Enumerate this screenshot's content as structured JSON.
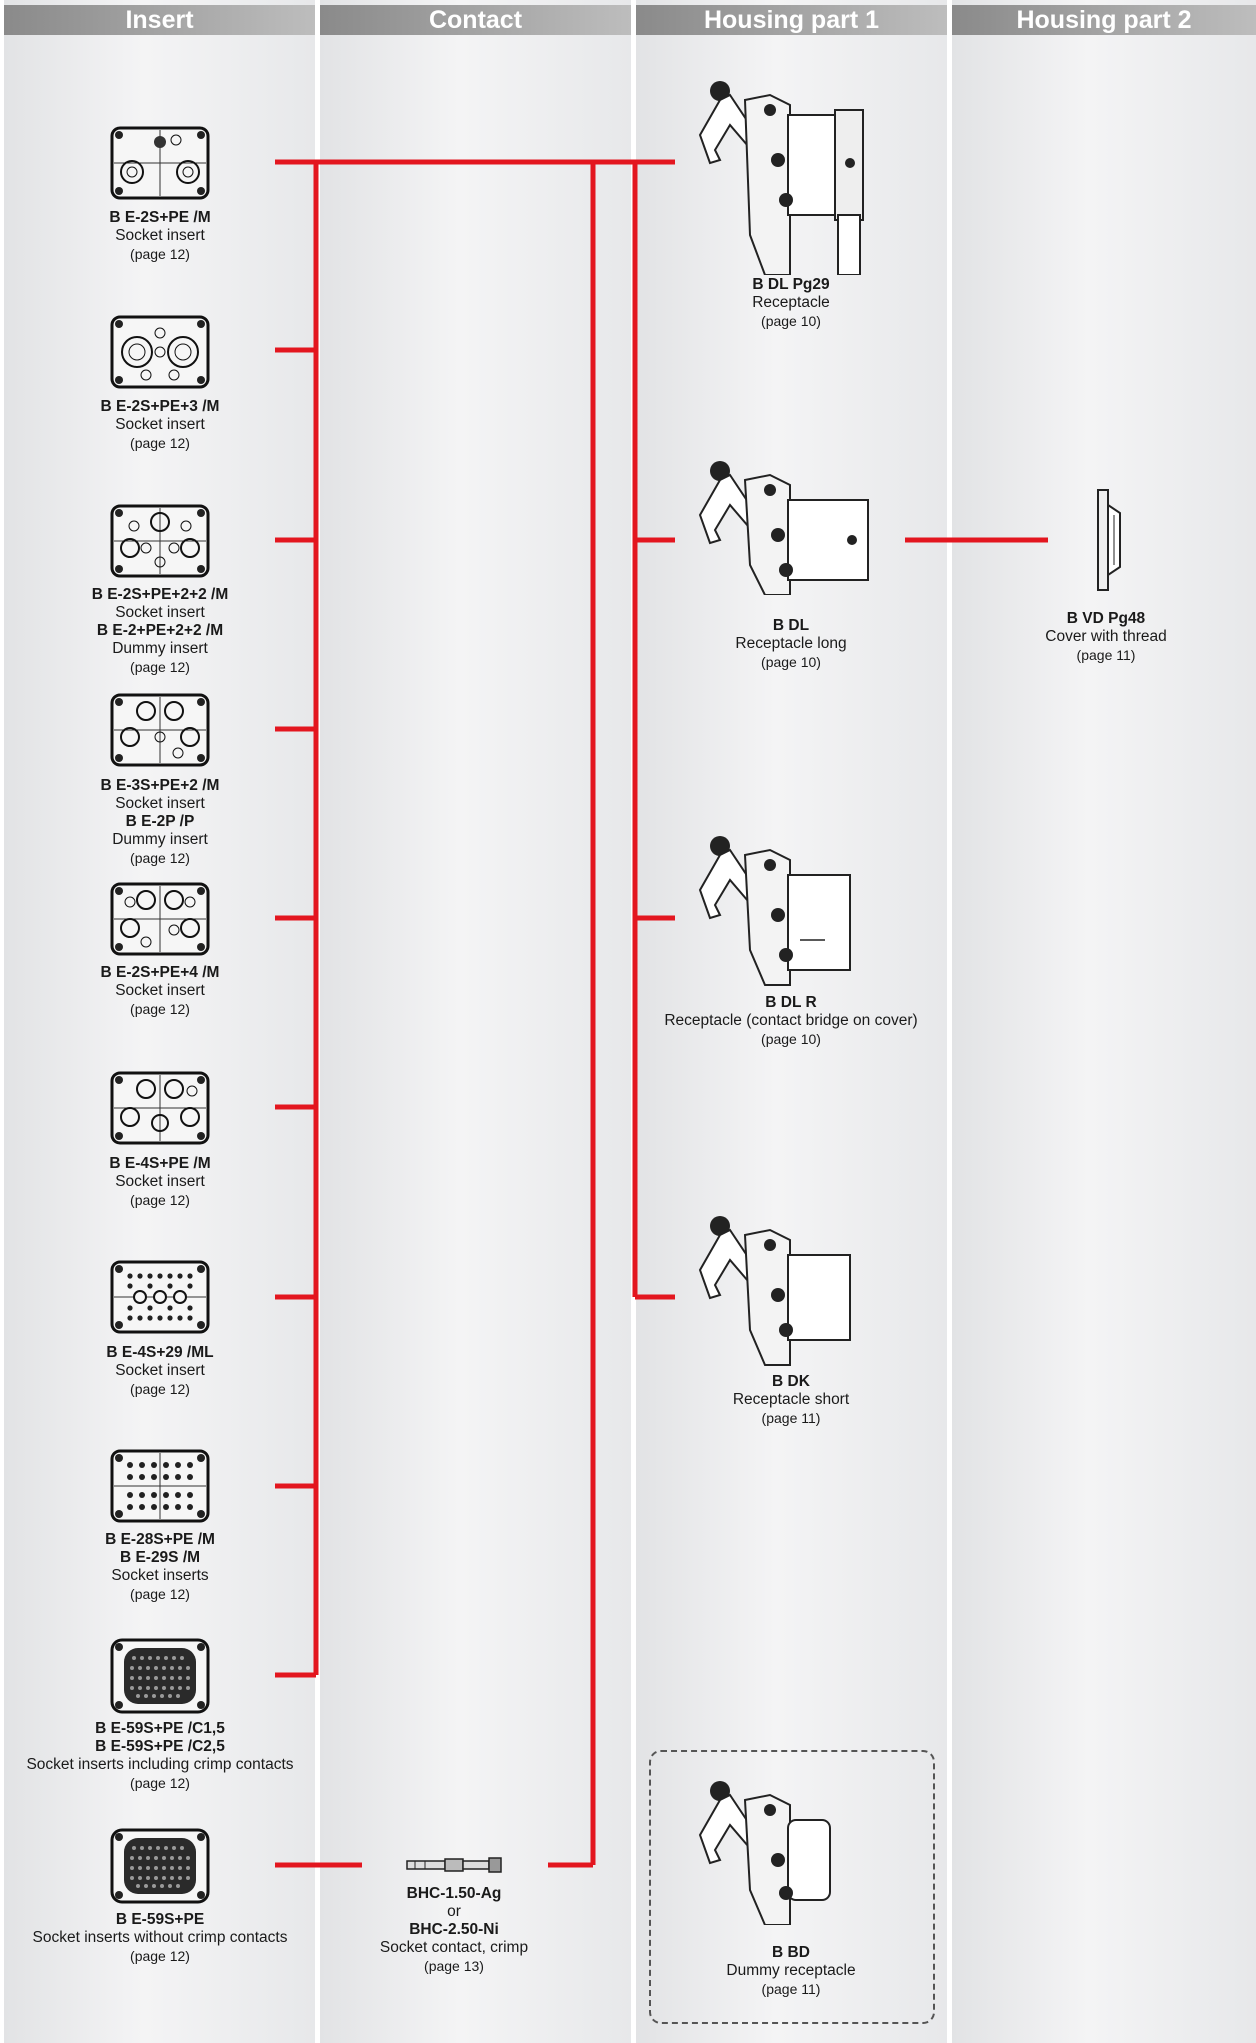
{
  "headers": [
    "Insert",
    "Contact",
    "Housing part 1",
    "Housing part 2"
  ],
  "inserts": [
    {
      "name": "B E-2S+PE /M",
      "lines": [
        "Socket insert"
      ],
      "page": "(page 12)"
    },
    {
      "name": "B E-2S+PE+3 /M",
      "lines": [
        "Socket insert"
      ],
      "page": "(page 12)"
    },
    {
      "name": "B E-2S+PE+2+2 /M",
      "lines": [
        "Socket insert",
        "B E-2+PE+2+2 /M",
        "Dummy insert"
      ],
      "page": "(page 12)"
    },
    {
      "name": "B E-3S+PE+2 /M",
      "lines": [
        "Socket insert",
        "B E-2P /P",
        "Dummy insert"
      ],
      "page": "(page 12)"
    },
    {
      "name": "B E-2S+PE+4 /M",
      "lines": [
        "Socket insert"
      ],
      "page": "(page 12)"
    },
    {
      "name": "B E-4S+PE /M",
      "lines": [
        "Socket insert"
      ],
      "page": "(page 12)"
    },
    {
      "name": "B E-4S+29 /ML",
      "lines": [
        "Socket insert"
      ],
      "page": "(page 12)"
    },
    {
      "name": "B E-28S+PE /M",
      "lines": [
        "B E-29S /M",
        "Socket inserts"
      ],
      "page": "(page 12)"
    },
    {
      "name": "B E-59S+PE /C1,5",
      "lines": [
        "B E-59S+PE /C2,5",
        "Socket inserts including crimp contacts"
      ],
      "page": "(page 12)"
    },
    {
      "name": "B E-59S+PE",
      "lines": [
        "Socket inserts without crimp contacts"
      ],
      "page": "(page 12)"
    }
  ],
  "contact": {
    "name": "BHC-1.50-Ag",
    "or": "or",
    "name2": "BHC-2.50-Ni",
    "desc": "Socket contact, crimp",
    "page": "(page 13)"
  },
  "housings": [
    {
      "name": "B DL Pg29",
      "desc": "Receptacle",
      "page": "(page 10)"
    },
    {
      "name": "B DL",
      "desc": "Receptacle long",
      "page": "(page 10)"
    },
    {
      "name": "B DL R",
      "desc": "Receptacle (contact bridge on cover)",
      "page": "(page 10)"
    },
    {
      "name": "B DK",
      "desc": "Receptacle short",
      "page": "(page 11)"
    },
    {
      "name": "B BD",
      "desc": "Dummy receptacle",
      "page": "(page 11)"
    }
  ],
  "housing2": {
    "name": "B VD Pg48",
    "desc": "Cover with thread",
    "page": "(page 11)"
  },
  "colors": {
    "wire": "#e3161f",
    "header": "#9a9a9a"
  }
}
